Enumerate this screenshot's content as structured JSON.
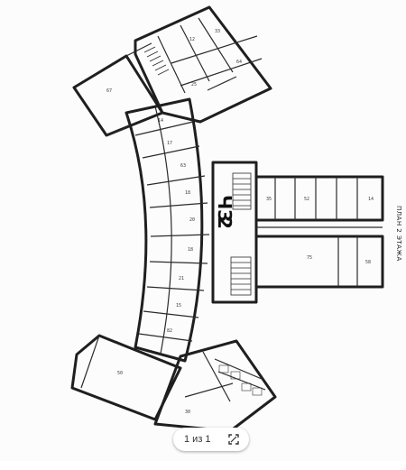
{
  "plan": {
    "title": "ПЛАН 2 ЭТАЖА",
    "building_number": "2",
    "building_letters": "ЧЗ",
    "rooms": [
      {
        "id": "r1",
        "label": "67"
      },
      {
        "id": "r2",
        "label": "12"
      },
      {
        "id": "r3",
        "label": "33"
      },
      {
        "id": "r4",
        "label": "64"
      },
      {
        "id": "r5",
        "label": "25"
      },
      {
        "id": "r6",
        "label": "14"
      },
      {
        "id": "r7",
        "label": "17"
      },
      {
        "id": "r8",
        "label": "63"
      },
      {
        "id": "r9",
        "label": "18"
      },
      {
        "id": "r10",
        "label": "20"
      },
      {
        "id": "r11",
        "label": "18"
      },
      {
        "id": "r12",
        "label": "21"
      },
      {
        "id": "r13",
        "label": "15"
      },
      {
        "id": "r14",
        "label": "82"
      },
      {
        "id": "r15",
        "label": "50"
      },
      {
        "id": "r16",
        "label": "30"
      },
      {
        "id": "r17",
        "label": "75"
      },
      {
        "id": "r18",
        "label": "35"
      },
      {
        "id": "r19",
        "label": "52"
      },
      {
        "id": "r20",
        "label": "14"
      },
      {
        "id": "r21",
        "label": "58"
      }
    ]
  },
  "viewer": {
    "counter": "1 из 1",
    "fullscreen_icon": "expand-icon"
  }
}
